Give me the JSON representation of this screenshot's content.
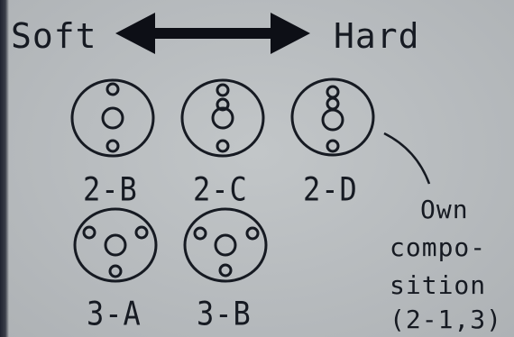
{
  "scale": {
    "left_label": "Soft",
    "right_label": "Hard"
  },
  "compositions": [
    {
      "label": "2-B"
    },
    {
      "label": "2-C"
    },
    {
      "label": "2-D"
    },
    {
      "label": "3-A"
    },
    {
      "label": "3-B"
    }
  ],
  "note": {
    "lines": [
      "Own",
      "compo-",
      "sition",
      "(2-1,3)"
    ]
  },
  "colors": {
    "ink": "#161a22",
    "background": "#b9bdc0"
  }
}
